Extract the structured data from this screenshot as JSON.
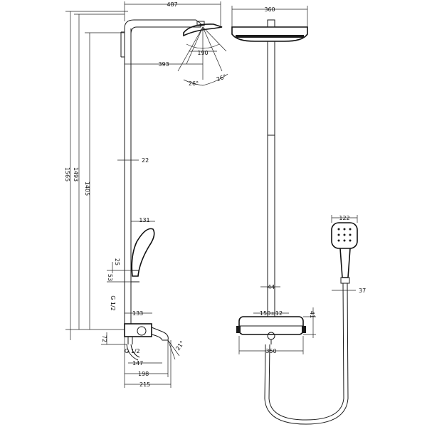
{
  "labels": {
    "d487": "487",
    "d360": "360",
    "d190": "190",
    "d393": "393",
    "a26a": "26°",
    "a26b": "26°",
    "d1565": "1565",
    "d1493": "1493",
    "d1405": "1405",
    "d22": "22",
    "d131": "131",
    "d25": "25",
    "d53": "53",
    "g12a": "G 1/2",
    "d133": "133",
    "d72": "72",
    "g12b": "G 1/2",
    "d147": "147",
    "d198": "198",
    "d215": "215",
    "a21": "21°",
    "d44": "44",
    "d150": "150±12",
    "d41": "41",
    "d350": "350",
    "d122": "122",
    "d37": "37"
  }
}
